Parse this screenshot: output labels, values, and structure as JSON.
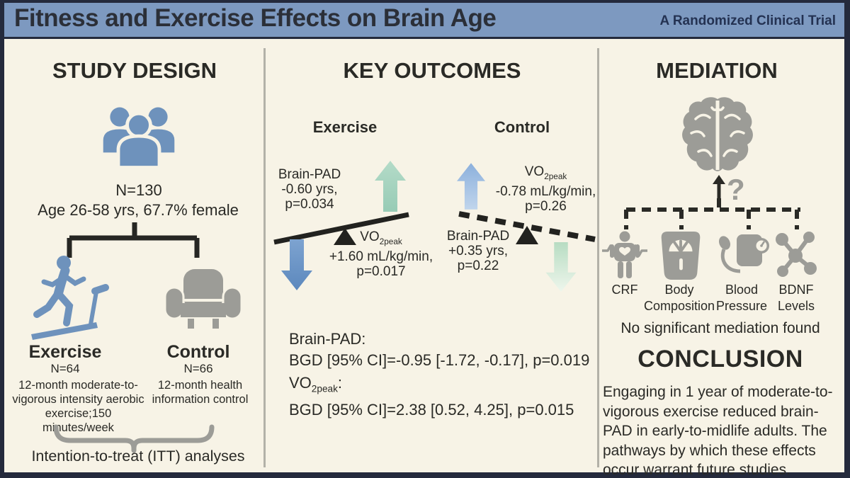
{
  "title_bar": {
    "title": "Fitness and Exercise Effects on Brain Age",
    "subtitle": "A Randomized Clinical Trial"
  },
  "study_design": {
    "heading": "STUDY DESIGN",
    "sample_size": "N=130",
    "demographics": "Age 26-58 yrs, 67.7% female",
    "exercise_arm": {
      "label": "Exercise",
      "n": "N=64",
      "desc_lines": [
        "12-month moderate-to-",
        "vigorous intensity aerobic",
        "exercise;150 minutes/week"
      ]
    },
    "control_arm": {
      "label": "Control",
      "n": "N=66",
      "desc_lines": [
        "12-month health",
        "information control"
      ]
    },
    "itt_note": "Intention-to-treat (ITT) analyses"
  },
  "key_outcomes": {
    "heading": "KEY OUTCOMES",
    "vo2": {
      "pre": "VO",
      "sub": "2peak"
    },
    "exercise": {
      "label": "Exercise",
      "brain_pad_lines": [
        "Brain-PAD",
        "-0.60 yrs,",
        "p=0.034"
      ],
      "vo2_lines": [
        "+1.60 mL/kg/min,",
        "p=0.017"
      ]
    },
    "control": {
      "label": "Control",
      "vo2_lines": [
        "-0.78 mL/kg/min,",
        "p=0.26"
      ],
      "brain_pad_lines": [
        "Brain-PAD",
        "+0.35 yrs,",
        "p=0.22"
      ]
    },
    "stats": {
      "brain_pad_label": "Brain-PAD:",
      "brain_pad_result": "BGD [95% CI]=-0.95 [-1.72, -0.17], p=0.019",
      "vo2_label_suffix": ":",
      "vo2_result": "BGD [95% CI]=2.38 [0.52, 4.25], p=0.015"
    }
  },
  "mediation": {
    "heading": "MEDIATION",
    "question_mark": "?",
    "mediators": [
      {
        "line1": "CRF",
        "line2": ""
      },
      {
        "line1": "Body",
        "line2": "Composition"
      },
      {
        "line1": "Blood",
        "line2": "Pressure"
      },
      {
        "line1": "BDNF",
        "line2": "Levels"
      }
    ],
    "result": "No significant mediation found"
  },
  "conclusion": {
    "heading": "CONCLUSION",
    "text": "Engaging in 1 year of moderate-to-vigorous exercise reduced brain-PAD in early-to-midlife adults. The pathways by which these effects occur warrant future studies."
  },
  "colors": {
    "header_blue": "#7d99c0",
    "background_cream": "#f7f3e6",
    "icon_blue": "#6e92bc",
    "icon_gray": "#9c9c97",
    "arrow_green": "#a6d4c0",
    "arrow_blue": "#6b94c6",
    "arrow_light_blue": "#9dbfe4",
    "arrow_faded_green": "#cde6cf",
    "ink": "#2a2a26"
  }
}
